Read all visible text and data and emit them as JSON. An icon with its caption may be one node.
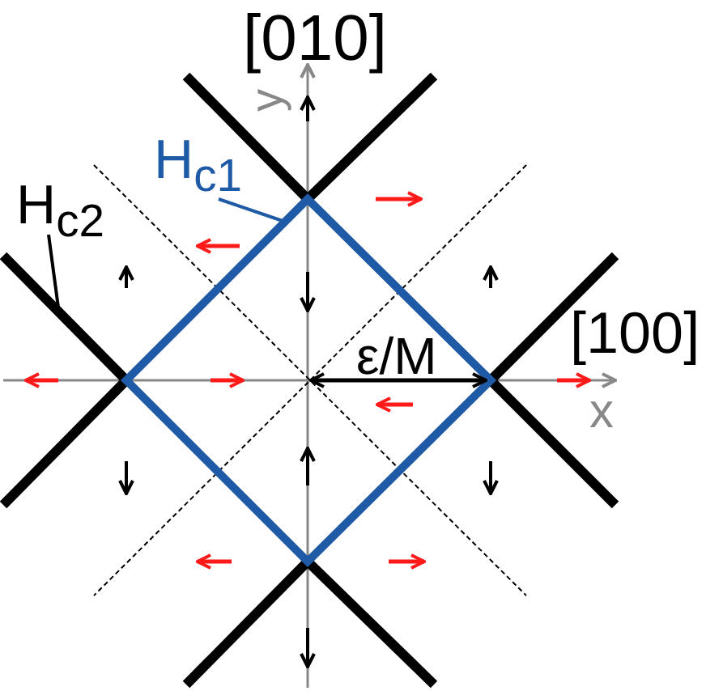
{
  "diagram": {
    "nodes": [
      {
        "text": [
          "H$_{c1}$"
        ]
      },
      {
        "text": [
          "H$_{c2}$"
        ]
      }
    ],
    "edges": [
      {
        "from": 0,
        "to": null,
        "arrow": "none",
        "color": "#1f5aa6"
      },
      {
        "from": 1,
        "to": null,
        "arrow": "none",
        "color": "#000000"
      }
    ],
    "labels": [
      "[010]",
      "y",
      "[100]",
      "ε/M",
      "x"
    ]
  }
}
